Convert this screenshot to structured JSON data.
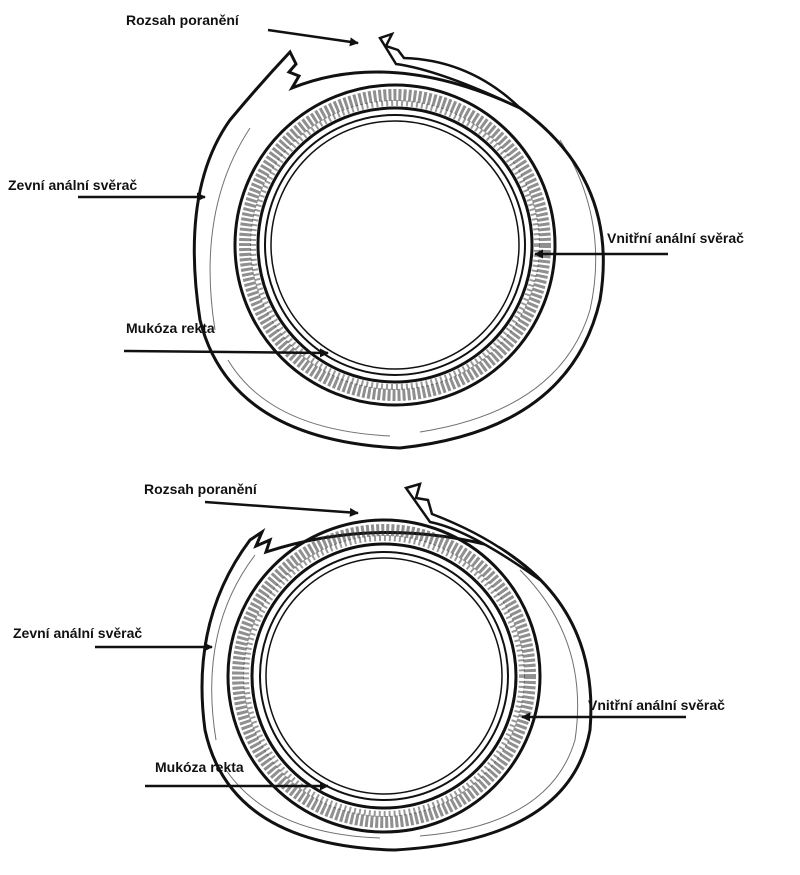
{
  "colors": {
    "ink": "#111111",
    "shade": "#333333",
    "background": "#ffffff"
  },
  "diagrams": [
    {
      "labels": {
        "injury": "Rozsah poranění",
        "external_sphincter": "Zevní anální svěrač",
        "internal_sphincter": "Vnitřní anální svěrač",
        "mucosa": "Mukóza rekta"
      }
    },
    {
      "labels": {
        "injury": "Rozsah poranění",
        "external_sphincter": "Zevní anální svěrač",
        "internal_sphincter": "Vnitřní anální svěrač",
        "mucosa": "Mukóza rekta"
      }
    }
  ]
}
